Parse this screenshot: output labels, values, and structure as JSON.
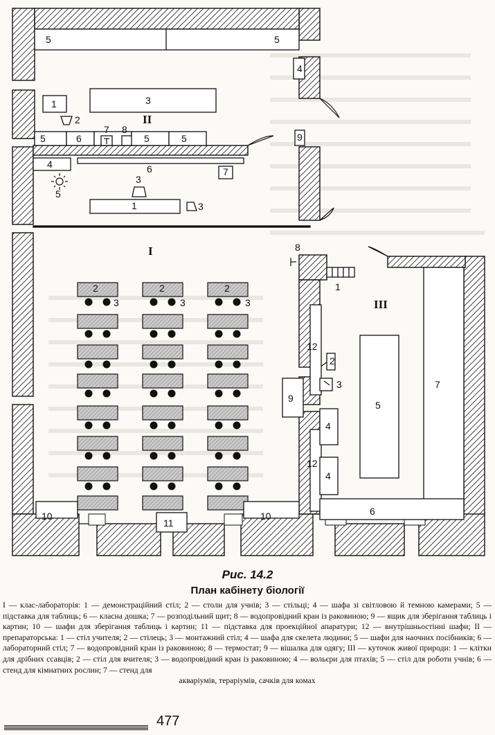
{
  "figure": {
    "number": "Рис. 14.2",
    "title": "План кабінету біології"
  },
  "rooms": {
    "main": "I",
    "prep": "II",
    "nature": "III"
  },
  "labels": {
    "n1": "1",
    "n2": "2",
    "n3": "3",
    "n4": "4",
    "n5": "5",
    "n6": "6",
    "n7": "7",
    "n8": "8",
    "n9": "9",
    "n10": "10",
    "n11": "11",
    "n12": "12"
  },
  "legend": {
    "main_text": "I — клас-лабораторія: 1 — демонстраційний стіл; 2 — столи для учнів; 3 — стільці; 4 — шафа зі світловою й темною камерами; 5 — підставка для таблиць; 6 — класна дошка; 7 — розподільний щит; 8 — водопровідний кран із раковиною; 9 — ящик для зберігання таблиць і картин; 10 — шафи для зберігання таблиць і картин; 11 — підставка для проекційної апаратури; 12 — внутрішньостінні шафи; II — препараторська: 1 — стіл учителя; 2 — стілець; 3 — монтажний стіл; 4 — шафа для скелета людини; 5 — шафи для наочних посібників; 6 — лабораторний стіл; 7 — водопровідний кран із раковиною; 8 — термостат; 9 — вішалка для одягу; III — куточок живої природи: 1 — клітки для дрібних ссавців; 2 — стіл для вчителя; 3 — водопровідний кран із раковиною; 4 — вольєри для птахів; 5 — стіл для роботи учнів; 6 — стенд для кімнатних рослин; 7 — стенд для",
    "last_line": "акваріумів, тераріумів, сачків для комах"
  },
  "page_number": "477"
}
